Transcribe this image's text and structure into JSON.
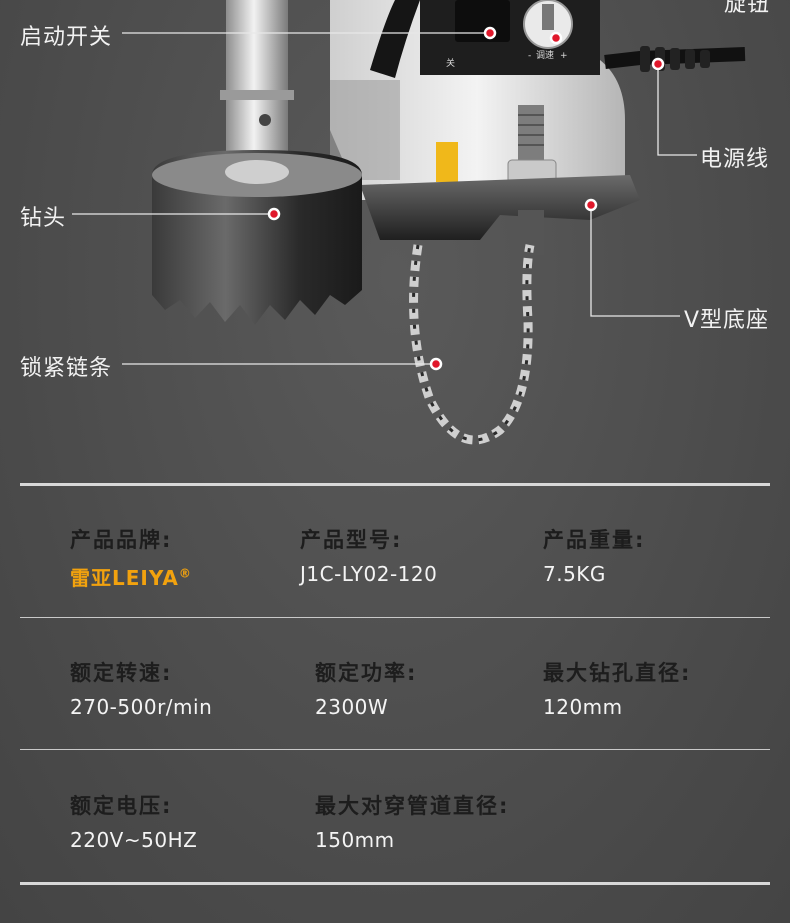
{
  "callouts": {
    "top_right": "旋钮",
    "switch": "启动开关",
    "power_cord": "电源线",
    "drill_bit": "钻头",
    "v_base": "V型底座",
    "lock_chain": "锁紧链条"
  },
  "machine_marks": {
    "speed": "调速",
    "minus": "-",
    "plus": "+",
    "off": "关"
  },
  "specs": {
    "brand_label": "产品品牌:",
    "brand_value": "雷亚LEIYA",
    "brand_mark": "®",
    "model_label": "产品型号:",
    "model_value": "J1C-LY02-120",
    "weight_label": "产品重量:",
    "weight_value": "7.5KG",
    "speed_label": "额定转速:",
    "speed_value": "270-500r/min",
    "power_label": "额定功率:",
    "power_value": "2300W",
    "max_drill_label": "最大钻孔直径:",
    "max_drill_value": "120mm",
    "voltage_label": "额定电压:",
    "voltage_value": "220V~50HZ",
    "max_pipe_label": "最大对穿管道直径:",
    "max_pipe_value": "150mm"
  },
  "colors": {
    "accent": "#f2a20e",
    "callout_dot": "#e0182b",
    "background": "#4f4f4f"
  }
}
